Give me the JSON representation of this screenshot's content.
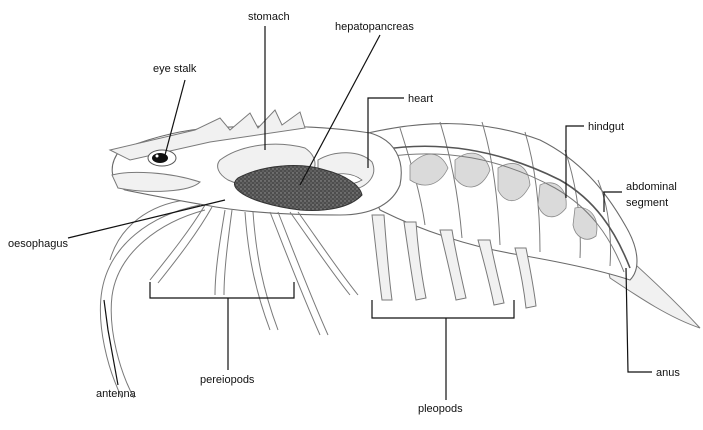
{
  "labels": {
    "stomach": "stomach",
    "hepatopancreas": "hepatopancreas",
    "eye_stalk": "eye stalk",
    "heart": "heart",
    "hindgut": "hindgut",
    "abdominal_segment_line1": "abdominal",
    "abdominal_segment_line2": "segment",
    "oesophagus": "oesophagus",
    "antenna": "antenna",
    "pereiopods": "pereiopods",
    "pleopods": "pleopods",
    "anus": "anus"
  },
  "colors": {
    "background": "#ffffff",
    "outline": "#6a6a6a",
    "leader": "#111111",
    "hepatopancreas_fill": "#5a5a5a"
  }
}
